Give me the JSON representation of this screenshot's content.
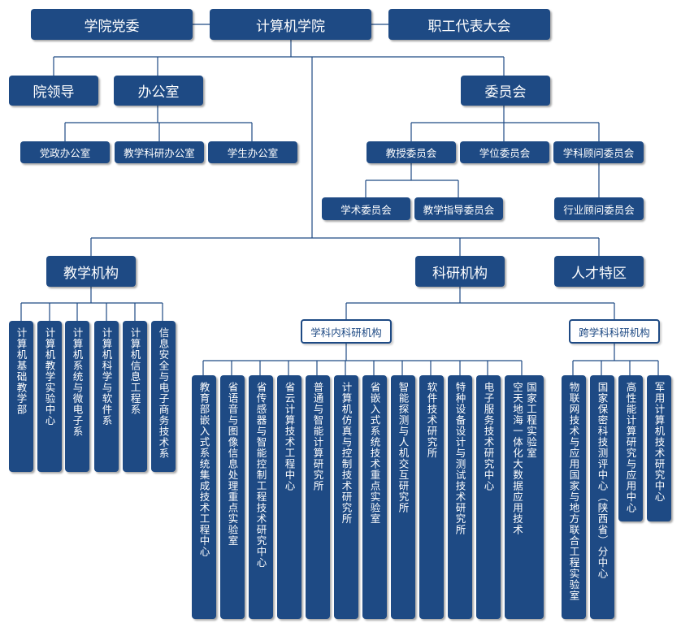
{
  "root": "计算机学院",
  "top_left": "学院党委",
  "top_right": "职工代表大会",
  "leadership": "院领导",
  "office": {
    "label": "办公室",
    "children": [
      "党政办公室",
      "教学科研办公室",
      "学生办公室"
    ]
  },
  "committee": {
    "label": "委员会",
    "professor": "教授委员会",
    "professor_children": [
      "学术委员会",
      "教学指导委员会"
    ],
    "degree": "学位委员会",
    "advisory": "学科顾问委员会",
    "advisory_children": [
      "行业顾问委员会"
    ]
  },
  "teaching": {
    "label": "教学机构",
    "children": [
      "计算机基础教学部",
      "计算机教学实验中心",
      "计算机系统与微电子系",
      "计算机科学与软件系",
      "计算机信息工程系",
      "信息安全与电子商务技术系"
    ]
  },
  "research": {
    "label": "科研机构",
    "intra": {
      "label": "学科内科研机构",
      "children": [
        "教育部嵌入式系统集成技术工程中心",
        "省语音与图像信息处理重点实验室",
        "省传感器与智能控制工程技术研究中心",
        "省云计算技术工程中心",
        "普通与智能计算研究所",
        "计算机仿真与控制技术研究所",
        "省嵌入式系统技术重点实验室",
        "智能探测与人机交互研究所",
        "软件技术研究所",
        "特种设备设计与测试技术研究所",
        "电子服务技术研究中心",
        "空天地海一体化大数据应用技术",
        "国家工程实验室"
      ]
    },
    "cross": {
      "label": "跨学科科研机构",
      "children": [
        "物联网技术与应用国家与地方联合工程实验室",
        "国家保密科技测评中心（陕西省）分中心",
        "高性能计算研究与应用中心",
        "军用计算机技术研究中心"
      ]
    }
  },
  "talent": "人才特区"
}
